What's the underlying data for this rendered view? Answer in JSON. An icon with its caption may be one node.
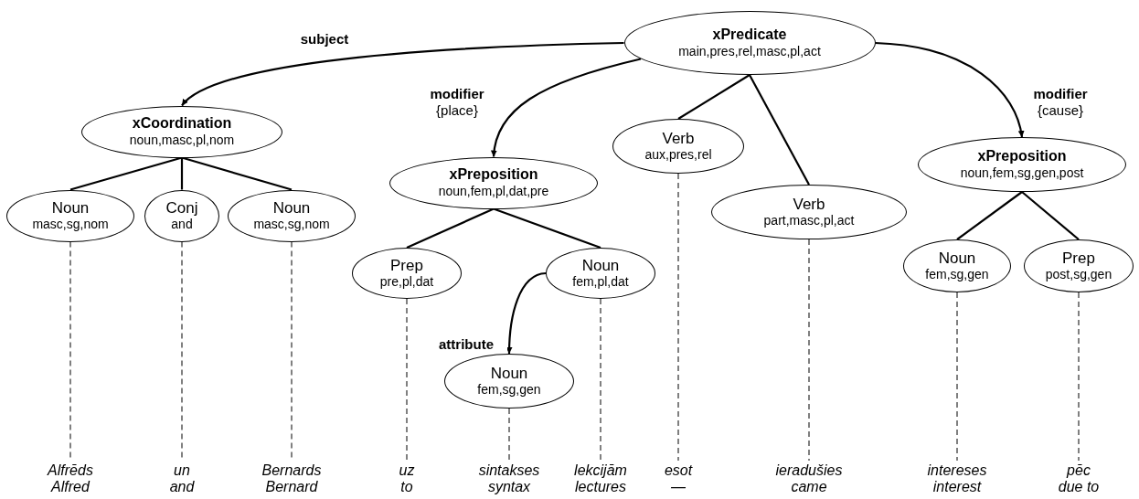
{
  "diagram": {
    "nodes": [
      {
        "text": [
          "xPredicate",
          "main,pres,rel,masc,pl,act"
        ]
      },
      {
        "text": [
          "xCoordination",
          "noun,masc,pl,nom"
        ]
      },
      {
        "text": [
          "Noun",
          "masc,sg,nom"
        ]
      },
      {
        "text": [
          "Conj",
          "and"
        ]
      },
      {
        "text": [
          "Noun",
          "masc,sg,nom"
        ]
      },
      {
        "text": [
          "xPreposition",
          "noun,fem,pl,dat,pre"
        ]
      },
      {
        "text": [
          "Prep",
          "pre,pl,dat"
        ]
      },
      {
        "text": [
          "Noun",
          "fem,pl,dat"
        ]
      },
      {
        "text": [
          "Noun",
          "fem,sg,gen"
        ]
      },
      {
        "text": [
          "Verb",
          "aux,pres,rel"
        ]
      },
      {
        "text": [
          "Verb",
          "part,masc,pl,act"
        ]
      },
      {
        "text": [
          "xPreposition",
          "noun,fem,sg,gen,post"
        ]
      },
      {
        "text": [
          "Noun",
          "fem,sg,gen"
        ]
      },
      {
        "text": [
          "Prep",
          "post,sg,gen"
        ]
      },
      {
        "text": [
          "Alfrēds",
          "Alfred"
        ]
      },
      {
        "text": [
          "un",
          "and"
        ]
      },
      {
        "text": [
          "Bernards",
          "Bernard"
        ]
      },
      {
        "text": [
          "uz",
          "to"
        ]
      },
      {
        "text": [
          "sintakses",
          "syntax"
        ]
      },
      {
        "text": [
          "lekcijām",
          "lectures"
        ]
      },
      {
        "text": [
          "esot",
          "—"
        ]
      },
      {
        "text": [
          "ieradušies",
          "came"
        ]
      },
      {
        "text": [
          "intereses",
          "interest"
        ]
      },
      {
        "text": [
          "pēc",
          "due to"
        ]
      }
    ],
    "edges": [
      {
        "from": 0,
        "to": 1,
        "arrow": "to",
        "label": "**subject**"
      },
      {
        "from": 0,
        "to": 5,
        "arrow": "to",
        "label": "**modifier** {place}"
      },
      {
        "from": 0,
        "to": 9,
        "arrow": "none"
      },
      {
        "from": 0,
        "to": 10,
        "arrow": "none"
      },
      {
        "from": 0,
        "to": 11,
        "arrow": "to",
        "label": "**modifier** {cause}"
      },
      {
        "from": 1,
        "to": 2,
        "arrow": "none"
      },
      {
        "from": 1,
        "to": 3,
        "arrow": "none"
      },
      {
        "from": 1,
        "to": 4,
        "arrow": "none"
      },
      {
        "from": 5,
        "to": 6,
        "arrow": "none"
      },
      {
        "from": 5,
        "to": 7,
        "arrow": "none"
      },
      {
        "from": 7,
        "to": 8,
        "arrow": "to",
        "label": "**attribute**"
      },
      {
        "from": 11,
        "to": 12,
        "arrow": "none"
      },
      {
        "from": 11,
        "to": 13,
        "arrow": "none"
      },
      {
        "from": 2,
        "to": 14,
        "arrow": "none",
        "style": "dashed"
      },
      {
        "from": 3,
        "to": 15,
        "arrow": "none",
        "style": "dashed"
      },
      {
        "from": 4,
        "to": 16,
        "arrow": "none",
        "style": "dashed"
      },
      {
        "from": 6,
        "to": 17,
        "arrow": "none",
        "style": "dashed"
      },
      {
        "from": 8,
        "to": 18,
        "arrow": "none",
        "style": "dashed"
      },
      {
        "from": 7,
        "to": 19,
        "arrow": "none",
        "style": "dashed"
      },
      {
        "from": 9,
        "to": 20,
        "arrow": "none",
        "style": "dashed"
      },
      {
        "from": 10,
        "to": 21,
        "arrow": "none",
        "style": "dashed"
      },
      {
        "from": 12,
        "to": 22,
        "arrow": "none",
        "style": "dashed"
      },
      {
        "from": 13,
        "to": 23,
        "arrow": "none",
        "style": "dashed"
      }
    ]
  }
}
